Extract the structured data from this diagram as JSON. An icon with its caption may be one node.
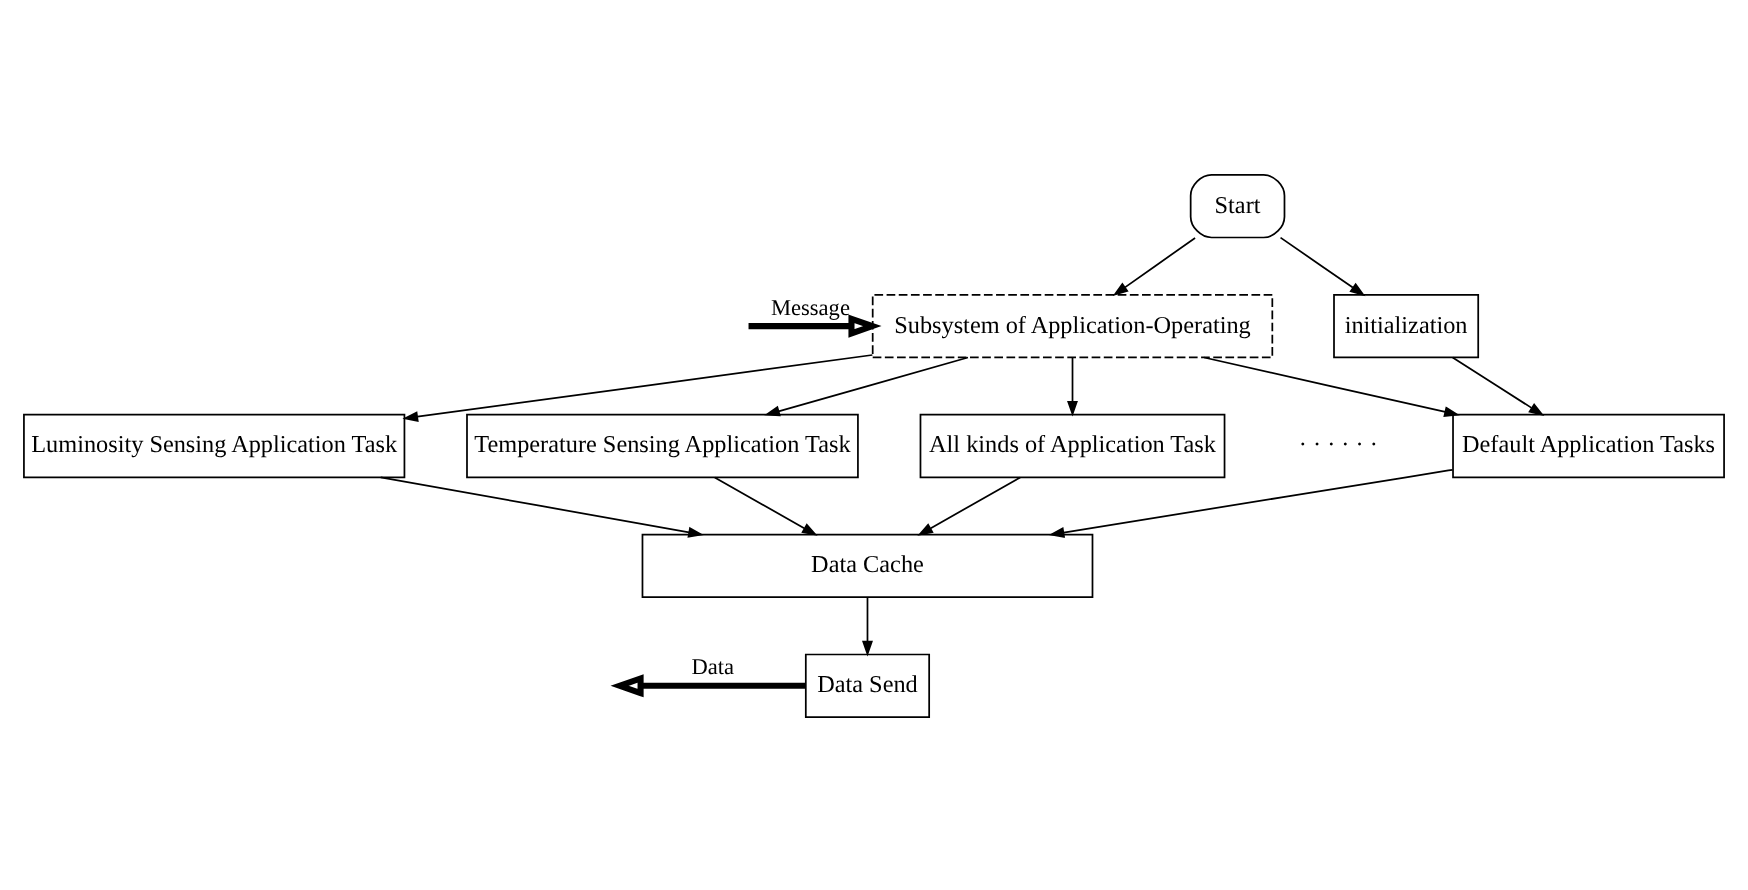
{
  "diagram": {
    "nodes": [
      {
        "text": [
          "Start"
        ]
      },
      {
        "text": [
          "Subsystem of Application-Operating"
        ]
      },
      {
        "text": [
          "initialization"
        ]
      },
      {
        "text": [
          "Luminosity Sensing Application Task"
        ]
      },
      {
        "text": [
          "Temperature Sensing Application Task"
        ]
      },
      {
        "text": [
          "All kinds of Application Task"
        ]
      },
      {
        "text": [
          "Default Application Tasks"
        ]
      },
      {
        "text": [
          "Data Cache"
        ]
      },
      {
        "text": [
          "Data Send"
        ]
      }
    ],
    "edges": [
      {
        "from": 0,
        "to": 1,
        "arrow": "to"
      },
      {
        "from": 0,
        "to": 2,
        "arrow": "to"
      },
      {
        "from": null,
        "to": 1,
        "arrow": "to",
        "label": "Message",
        "style": "thick"
      },
      {
        "from": 1,
        "to": 3,
        "arrow": "to"
      },
      {
        "from": 1,
        "to": 4,
        "arrow": "to"
      },
      {
        "from": 1,
        "to": 5,
        "arrow": "to"
      },
      {
        "from": 1,
        "to": 6,
        "arrow": "to"
      },
      {
        "from": 2,
        "to": 6,
        "arrow": "to"
      },
      {
        "from": 3,
        "to": 7,
        "arrow": "to"
      },
      {
        "from": 4,
        "to": 7,
        "arrow": "to"
      },
      {
        "from": 5,
        "to": 7,
        "arrow": "to"
      },
      {
        "from": 6,
        "to": 7,
        "arrow": "to"
      },
      {
        "from": 7,
        "to": 8,
        "arrow": "to"
      },
      {
        "from": 8,
        "to": null,
        "arrow": "to",
        "label": "Data",
        "style": "thick"
      }
    ],
    "labels": [
      "· · · · · ·"
    ]
  }
}
